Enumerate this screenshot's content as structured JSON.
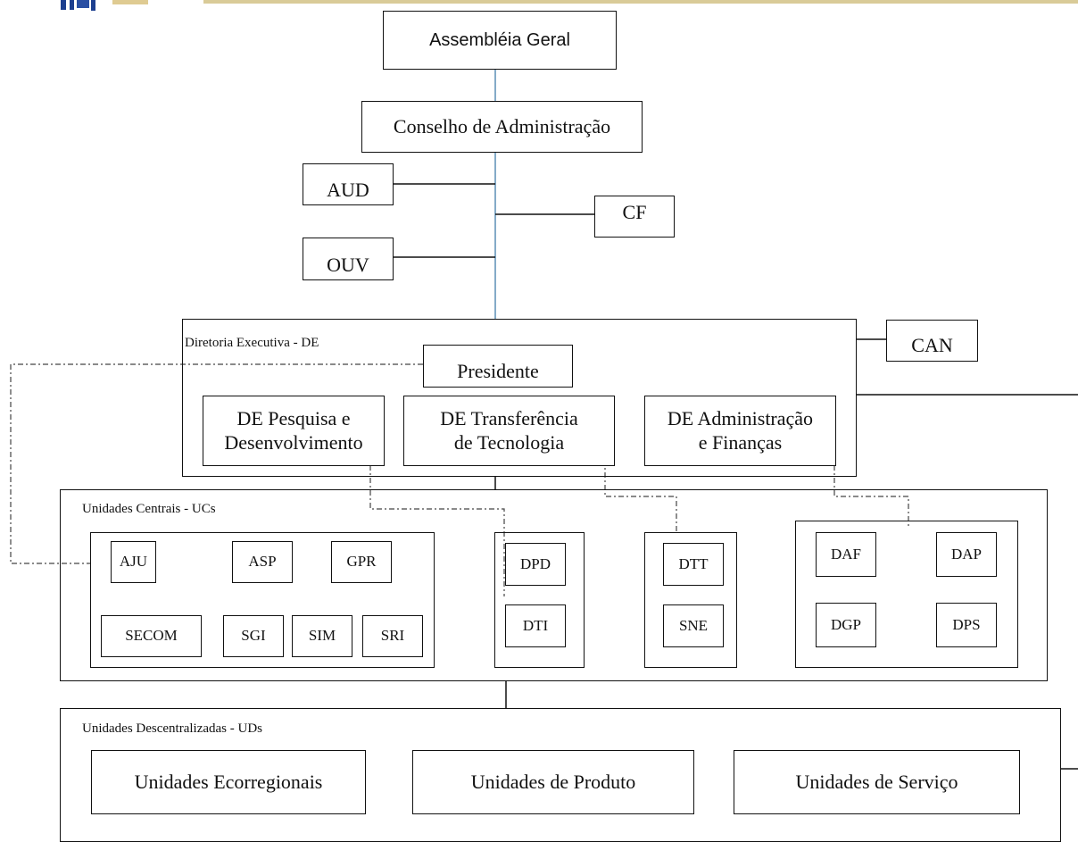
{
  "top": {
    "assembly": "Assembléia Geral",
    "board": "Conselho de Administração",
    "aud": "AUD",
    "cf": "CF",
    "ouv": "OUV"
  },
  "executive": {
    "title": "Diretoria Executiva - DE",
    "president": "Presidente",
    "can": "CAN",
    "directorates": [
      {
        "line1": "DE Pesquisa e",
        "line2": "Desenvolvimento"
      },
      {
        "line1": "DE Transferência",
        "line2": "de Tecnologia"
      },
      {
        "line1": "DE Administração",
        "line2": "e Finanças"
      }
    ]
  },
  "central": {
    "title": "Unidades Centrais - UCs",
    "group1": [
      "AJU",
      "ASP",
      "GPR",
      "SECOM",
      "SGI",
      "SIM",
      "SRI"
    ],
    "group2": [
      "DPD",
      "DTI"
    ],
    "group3": [
      "DTT",
      "SNE"
    ],
    "group4": [
      "DAF",
      "DAP",
      "DGP",
      "DPS"
    ]
  },
  "decentral": {
    "title": "Unidades Descentralizadas - UDs",
    "units": [
      "Unidades Ecorregionais",
      "Unidades de Produto",
      "Unidades de Serviço"
    ]
  },
  "colors": {
    "stem": "#5b8fb5",
    "line": "#111111"
  }
}
